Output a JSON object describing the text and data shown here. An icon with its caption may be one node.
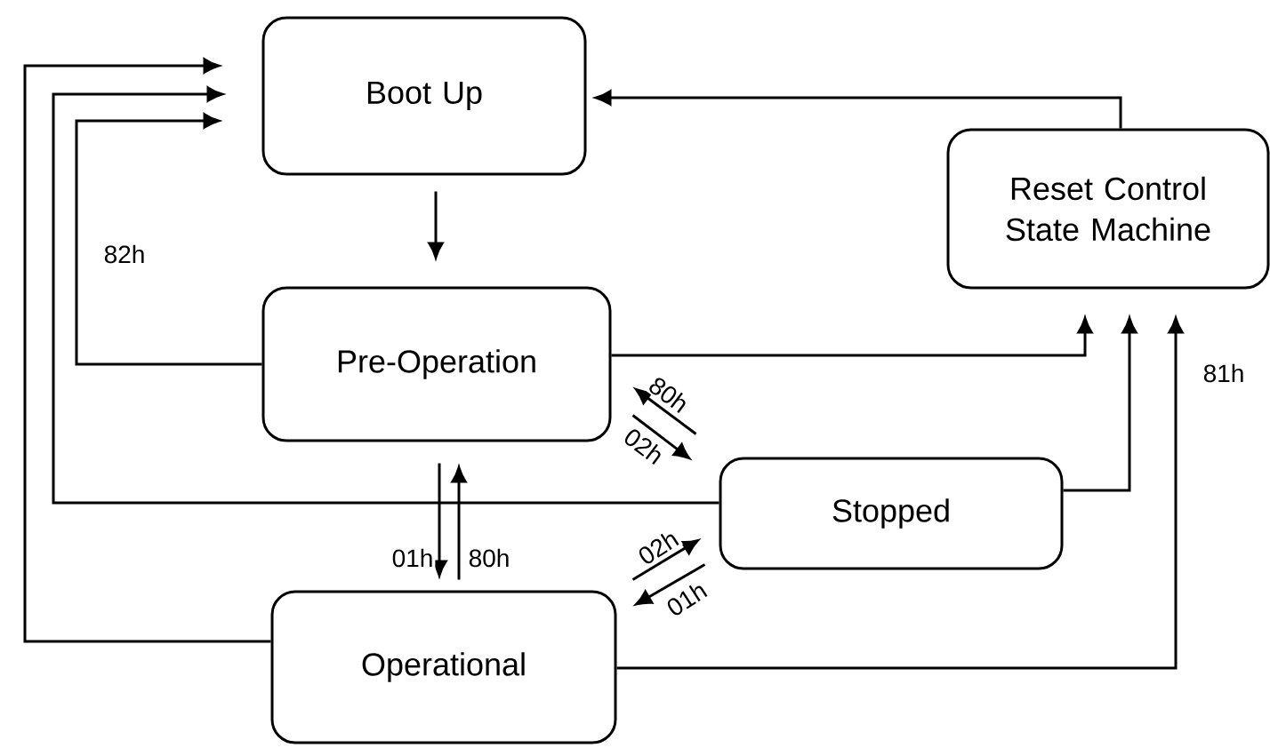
{
  "diagram": {
    "nodes": [
      {
        "text": [
          "Boot Up"
        ]
      },
      {
        "text": [
          "Reset Control State Machine"
        ]
      },
      {
        "text": [
          "Pre-Operation"
        ]
      },
      {
        "text": [
          "Stopped"
        ]
      },
      {
        "text": [
          "Operational"
        ]
      }
    ],
    "edges": [
      {
        "from": 1,
        "to": 0,
        "arrow": "to"
      },
      {
        "from": 0,
        "to": 2,
        "arrow": "to"
      },
      {
        "from": 2,
        "to": 0,
        "arrow": "to",
        "label": "82h"
      },
      {
        "from": 3,
        "to": 0,
        "arrow": "to"
      },
      {
        "from": 4,
        "to": 0,
        "arrow": "to"
      },
      {
        "from": 2,
        "to": 1,
        "arrow": "to"
      },
      {
        "from": 3,
        "to": 1,
        "arrow": "to"
      },
      {
        "from": 4,
        "to": 1,
        "arrow": "to",
        "label": "81h"
      },
      {
        "from": 3,
        "to": 2,
        "arrow": "to",
        "label": "80h"
      },
      {
        "from": 2,
        "to": 3,
        "arrow": "to",
        "label": "02h"
      },
      {
        "from": 2,
        "to": 4,
        "arrow": "to",
        "label": "01h"
      },
      {
        "from": 4,
        "to": 2,
        "arrow": "to",
        "label": "80h"
      },
      {
        "from": 4,
        "to": 3,
        "arrow": "to",
        "label": "02h"
      },
      {
        "from": 3,
        "to": 4,
        "arrow": "to",
        "label": "01h"
      }
    ]
  }
}
